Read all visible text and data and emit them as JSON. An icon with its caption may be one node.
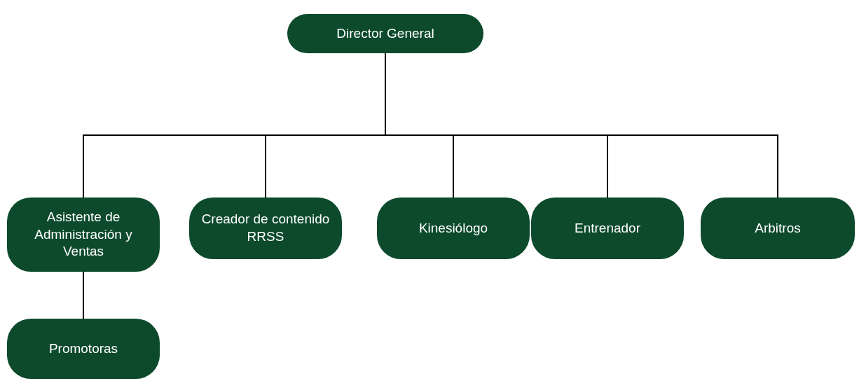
{
  "diagram": {
    "nodes": [
      {
        "text": [
          "Director General"
        ]
      },
      {
        "text": [
          "Asistente de Administración y Ventas"
        ]
      },
      {
        "text": [
          "Creador de contenido RRSS"
        ]
      },
      {
        "text": [
          "Kinesiólogo"
        ]
      },
      {
        "text": [
          "Entrenador"
        ]
      },
      {
        "text": [
          "Arbitros"
        ]
      },
      {
        "text": [
          "Promotoras"
        ]
      }
    ],
    "edges": [
      {
        "from": 0,
        "to": 1,
        "arrow": "none"
      },
      {
        "from": 0,
        "to": 2,
        "arrow": "none"
      },
      {
        "from": 0,
        "to": 3,
        "arrow": "none"
      },
      {
        "from": 0,
        "to": 4,
        "arrow": "none"
      },
      {
        "from": 0,
        "to": 5,
        "arrow": "none"
      },
      {
        "from": 1,
        "to": 6,
        "arrow": "none"
      }
    ]
  }
}
